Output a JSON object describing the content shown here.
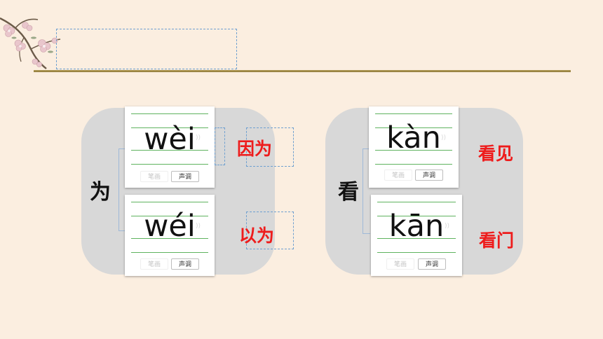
{
  "colors": {
    "background": "#fbeee0",
    "panel": "#d8d8d8",
    "word": "#ee1c1c",
    "guide_line": "#5fb35f"
  },
  "groups": [
    {
      "character": "为",
      "cards": [
        {
          "pinyin": "wèi",
          "stroke_label": "笔画",
          "tone_label": "声调",
          "word": "因为"
        },
        {
          "pinyin": "wéi",
          "stroke_label": "笔画",
          "tone_label": "声调",
          "word": "以为"
        }
      ]
    },
    {
      "character": "看",
      "cards": [
        {
          "pinyin": "kàn",
          "stroke_label": "笔画",
          "tone_label": "声调",
          "word": "看见"
        },
        {
          "pinyin": "kān",
          "stroke_label": "笔画",
          "tone_label": "声调",
          "word": "看门"
        }
      ]
    }
  ],
  "icons": {
    "header": "plum-blossom-branch-icon",
    "card": "speaker-icon"
  }
}
